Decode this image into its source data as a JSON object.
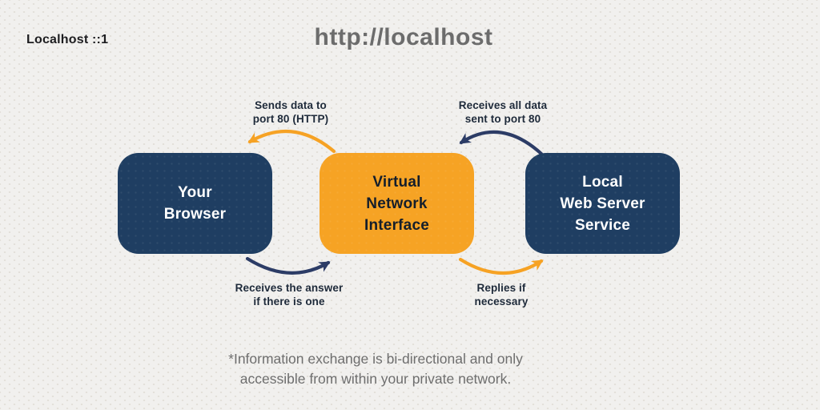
{
  "header": {
    "corner_label": "Localhost ::1",
    "title": "http://localhost"
  },
  "nodes": {
    "browser": {
      "label": "Your\nBrowser",
      "fill": "#1F3E62",
      "text_color": "#FFFFFF"
    },
    "interface": {
      "label": "Virtual\nNetwork\nInterface",
      "fill": "#F6A324",
      "text_color": "#141E2B"
    },
    "server": {
      "label": "Local\nWeb Server\nService",
      "fill": "#1F3E62",
      "text_color": "#FFFFFF"
    }
  },
  "arrows": {
    "sends": {
      "label": "Sends data to\nport 80 (HTTP)",
      "color": "#F6A224",
      "from": "interface",
      "to": "browser"
    },
    "receives_all": {
      "label": "Receives all data\nsent to port 80",
      "color": "#2C3C66",
      "from": "server",
      "to": "interface"
    },
    "receives_answer": {
      "label": "Receives the answer\nif there is one",
      "color": "#2C3C66",
      "from": "browser",
      "to": "interface"
    },
    "replies": {
      "label": "Replies if\nnecessary",
      "color": "#F6A224",
      "from": "interface",
      "to": "server"
    }
  },
  "footnote": "*Information exchange is bi-directional and only\naccessible from within your private network.",
  "colors": {
    "background": "#F1F0EE",
    "navy": "#1F3E62",
    "orange": "#F6A324",
    "arrow_navy": "#2C3C66",
    "arrow_orange": "#F6A224",
    "title_gray": "#6C6C6C",
    "footnote_gray": "#6E6E6E"
  }
}
